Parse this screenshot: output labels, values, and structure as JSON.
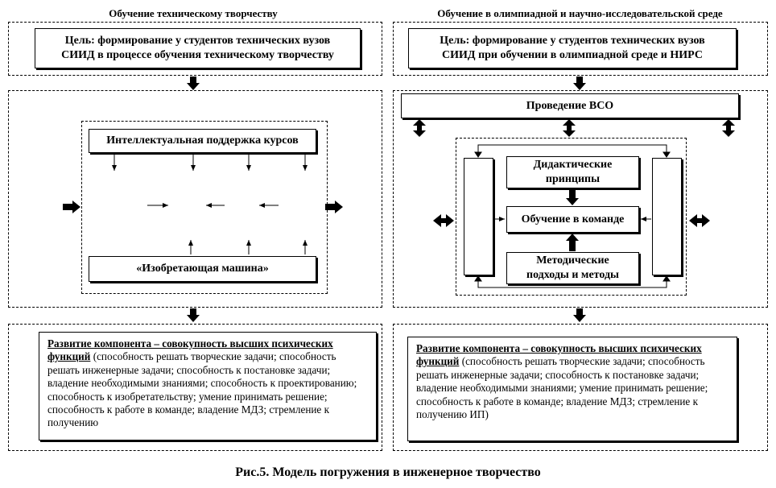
{
  "left": {
    "title": "Обучение техническому творчеству",
    "goal": "Цель: формирование у студентов технических вузов\nСИИД в процессе обучения техническому творчеству",
    "support": "Интеллектуальная поддержка курсов",
    "machine": "«Изобретающая машина»",
    "result_heading": "Развитие компонента – совокупность высших психических функций",
    "result_body": " (способность решать творческие задачи; способность  решать инженерные задачи; способность к постановке задачи; владение  необходимыми знаниями; способность к проектированию; способность к изобретательству; умение принимать решение; способность к работе в команде; владение  МДЗ; стремление к получению"
  },
  "right": {
    "title": "Обучение в олимпиадной и научно-исследовательской среде",
    "goal": "Цель: формирование у студентов технических вузов\nСИИД при обучении в олимпиадной среде и НИРС",
    "vso": "Проведение ВСО",
    "didactic": "Дидактические\nпринципы",
    "team": "Обучение в команде",
    "methods": "Методические\nподходы и методы",
    "result_heading": "Развитие компонента – совокупность высших психических функций",
    "result_body": " (способность решать творческие задачи; способность  решать инженерные задачи; способность к постановке задачи; владение  необходимыми знаниями; умение принимать решение; способность к работе в команде; владение  МДЗ; стремление к получению ИП)"
  },
  "caption": "Рис.5. Модель погружения в инженерное творчество"
}
